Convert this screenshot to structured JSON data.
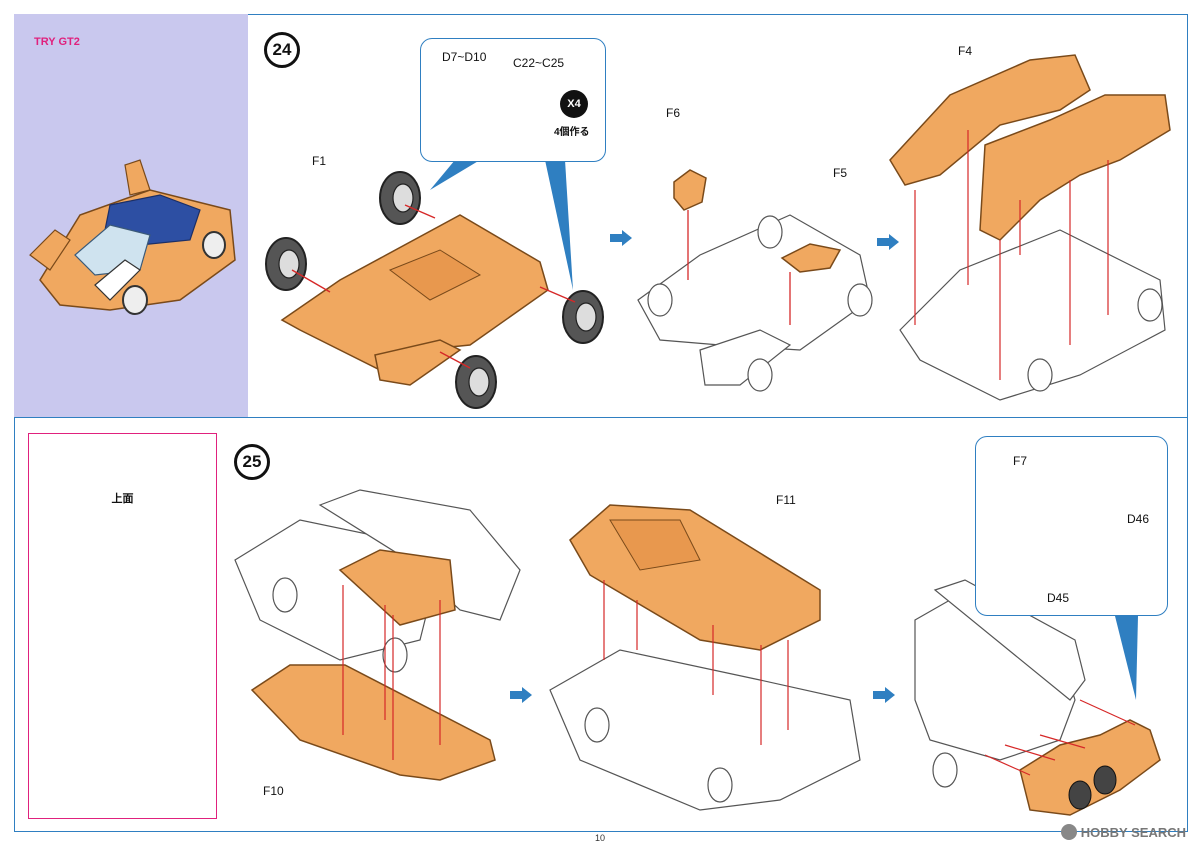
{
  "header": {
    "model_name": "TRY GT2"
  },
  "step24": {
    "number": "24",
    "callout": {
      "part_a": "D7~D10",
      "part_b": "C22~C25",
      "multiplier": "X4",
      "note": "4個作る"
    },
    "parts": {
      "chassis": "F1",
      "seat": "F6",
      "panel": "F5",
      "body": "F4"
    }
  },
  "step25": {
    "number": "25",
    "top_face_label": "上面",
    "parts": {
      "base": "F10",
      "cover": "F11",
      "rear": "F7",
      "wheel_a": "D46",
      "wheel_b": "D45"
    }
  },
  "footer": {
    "page_number": "10",
    "watermark": "HOBBY SEARCH"
  },
  "colors": {
    "accent_blue": "#2f7fc1",
    "orange_part": "#f0a860",
    "magenta": "#e0217d",
    "lavender": "#c9c8ee"
  }
}
